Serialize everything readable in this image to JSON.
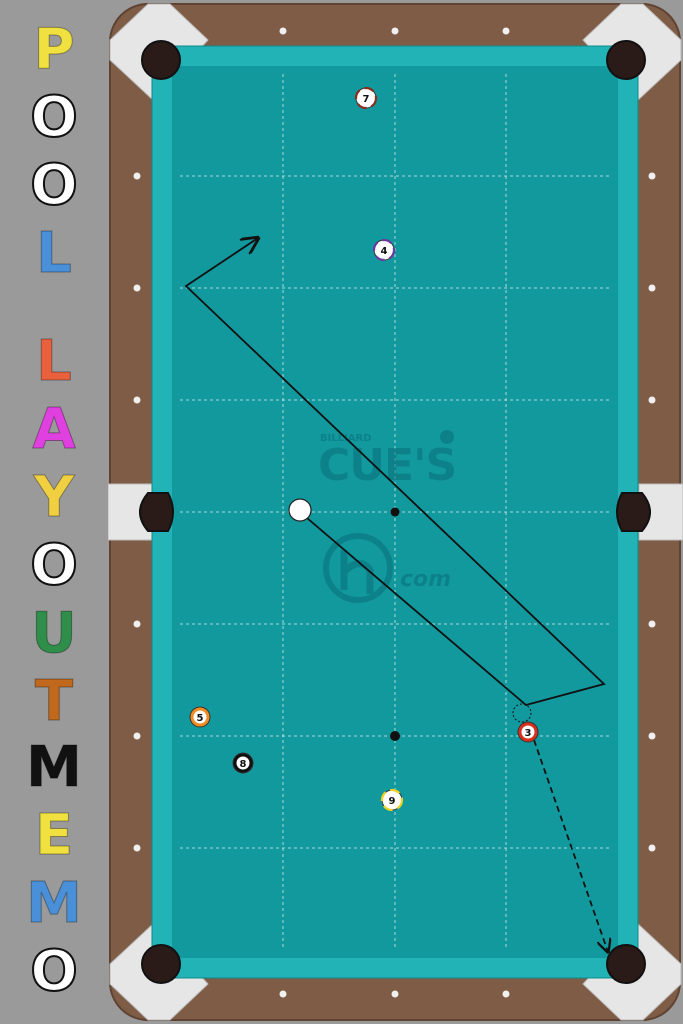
{
  "title_letters": [
    {
      "ch": "P",
      "color": "#f0e040",
      "style": "fill"
    },
    {
      "ch": "O",
      "color": "#ffffff",
      "style": "outline"
    },
    {
      "ch": "O",
      "color": "#ffffff",
      "style": "outline"
    },
    {
      "ch": "L",
      "color": "#4a90d9",
      "style": "fill"
    },
    {
      "ch": "L",
      "color": "#e8603c",
      "style": "fill"
    },
    {
      "ch": "A",
      "color": "#e040e0",
      "style": "fill"
    },
    {
      "ch": "Y",
      "color": "#f0d040",
      "style": "fill"
    },
    {
      "ch": "O",
      "color": "#ffffff",
      "style": "outline"
    },
    {
      "ch": "U",
      "color": "#2f8f4a",
      "style": "fill"
    },
    {
      "ch": "T",
      "color": "#c0681c",
      "style": "fill"
    },
    {
      "ch": "M",
      "color": "#111111",
      "style": "fill"
    },
    {
      "ch": "E",
      "color": "#f0e040",
      "style": "fill"
    },
    {
      "ch": "M",
      "color": "#4a90d9",
      "style": "fill"
    },
    {
      "ch": "O",
      "color": "#ffffff",
      "style": "outline"
    }
  ],
  "watermark": {
    "small": "BILLIARD",
    "brand": "CUE'S",
    "domain": "com"
  },
  "balls": [
    {
      "num": "7",
      "type": "stripe",
      "color": "#8b2c1c"
    },
    {
      "num": "4",
      "type": "stripe",
      "color": "#6a3a9c"
    },
    {
      "num": "5",
      "type": "solid",
      "color": "#f08c20"
    },
    {
      "num": "8",
      "type": "solid",
      "color": "#111111"
    },
    {
      "num": "9",
      "type": "stripe",
      "color": "#f0d020"
    },
    {
      "num": "3",
      "type": "solid",
      "color": "#d8301c"
    }
  ],
  "colors": {
    "felt": "#11999e",
    "cushion": "#21b3b5",
    "rail": "#7f5c46",
    "pocket": "#2a1a18",
    "corner": "#e6e6e6"
  }
}
